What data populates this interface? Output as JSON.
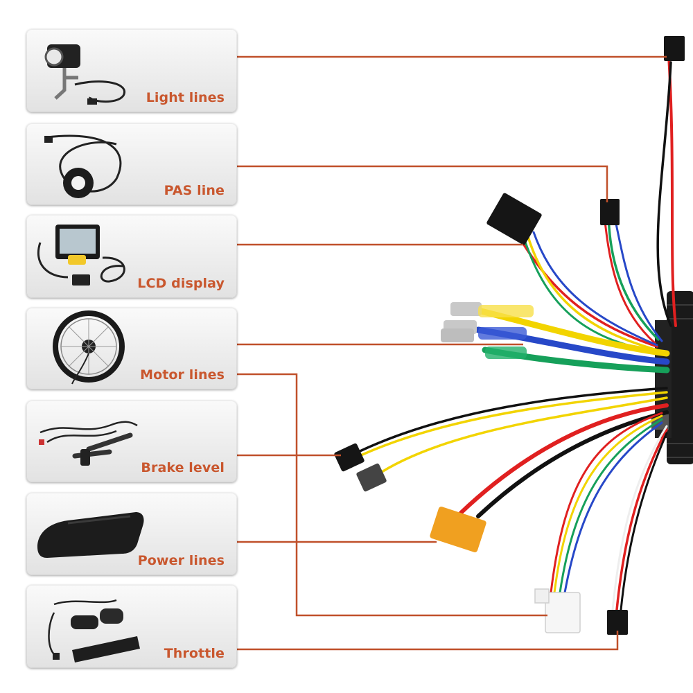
{
  "components": [
    {
      "label": "Light lines",
      "icon": "headlight-icon"
    },
    {
      "label": "PAS line",
      "icon": "pas-sensor-icon"
    },
    {
      "label": "LCD display",
      "icon": "lcd-display-icon"
    },
    {
      "label": "Motor lines",
      "icon": "hub-motor-wheel-icon"
    },
    {
      "label": "Brake level",
      "icon": "brake-lever-icon"
    },
    {
      "label": "Power lines",
      "icon": "battery-icon"
    },
    {
      "label": "Throttle",
      "icon": "throttle-grip-icon"
    }
  ],
  "colors": {
    "label": "#c9572e",
    "leader": "#c0502a",
    "controller": "#1a1a1a",
    "wire_red": "#e02020",
    "wire_yellow": "#f2d400",
    "wire_blue": "#2748c8",
    "wire_green": "#16a05a",
    "wire_black": "#111111",
    "connector_power": "#f0a020"
  }
}
